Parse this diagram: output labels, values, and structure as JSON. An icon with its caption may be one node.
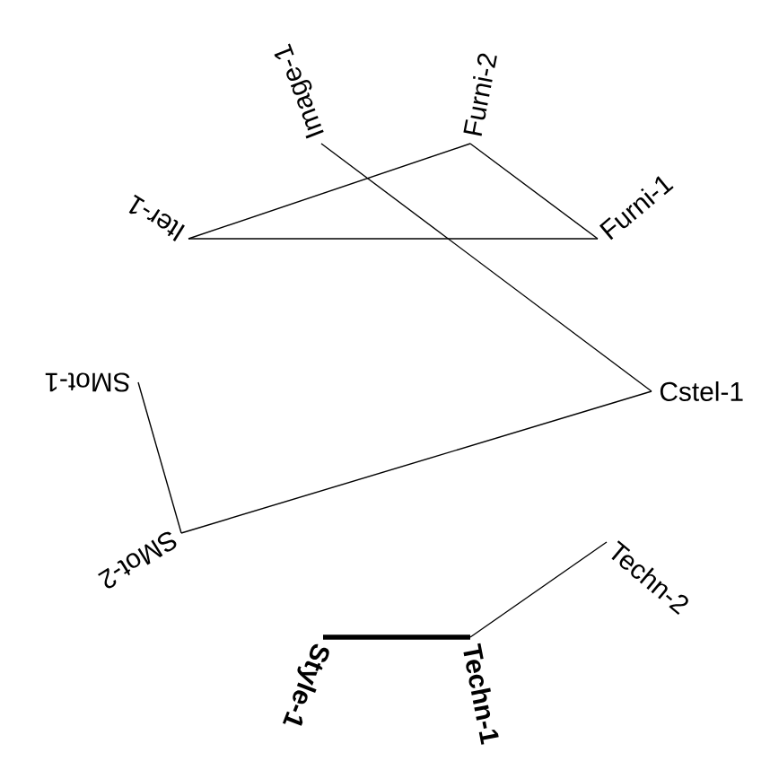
{
  "diagram": {
    "nodes": [
      {
        "text": [
          "Image-1"
        ]
      },
      {
        "text": [
          "Furni-2"
        ]
      },
      {
        "text": [
          "Furni-1"
        ]
      },
      {
        "text": [
          "Cstel-1"
        ]
      },
      {
        "text": [
          "Techn-2"
        ]
      },
      {
        "text": [
          "Techn-1"
        ]
      },
      {
        "text": [
          "Style-1"
        ]
      },
      {
        "text": [
          "SMot-2"
        ]
      },
      {
        "text": [
          "SMot-1"
        ]
      },
      {
        "text": [
          "Iter-1"
        ]
      }
    ],
    "edges": [
      {
        "from": 9,
        "to": 1,
        "arrow": "none"
      },
      {
        "from": 9,
        "to": 2,
        "arrow": "none"
      },
      {
        "from": 1,
        "to": 2,
        "arrow": "none"
      },
      {
        "from": 0,
        "to": 3,
        "arrow": "none"
      },
      {
        "from": 3,
        "to": 7,
        "arrow": "none"
      },
      {
        "from": 7,
        "to": 8,
        "arrow": "none"
      },
      {
        "from": 4,
        "to": 5,
        "arrow": "none"
      },
      {
        "from": 5,
        "to": 6,
        "arrow": "none",
        "style": "thick"
      }
    ]
  }
}
